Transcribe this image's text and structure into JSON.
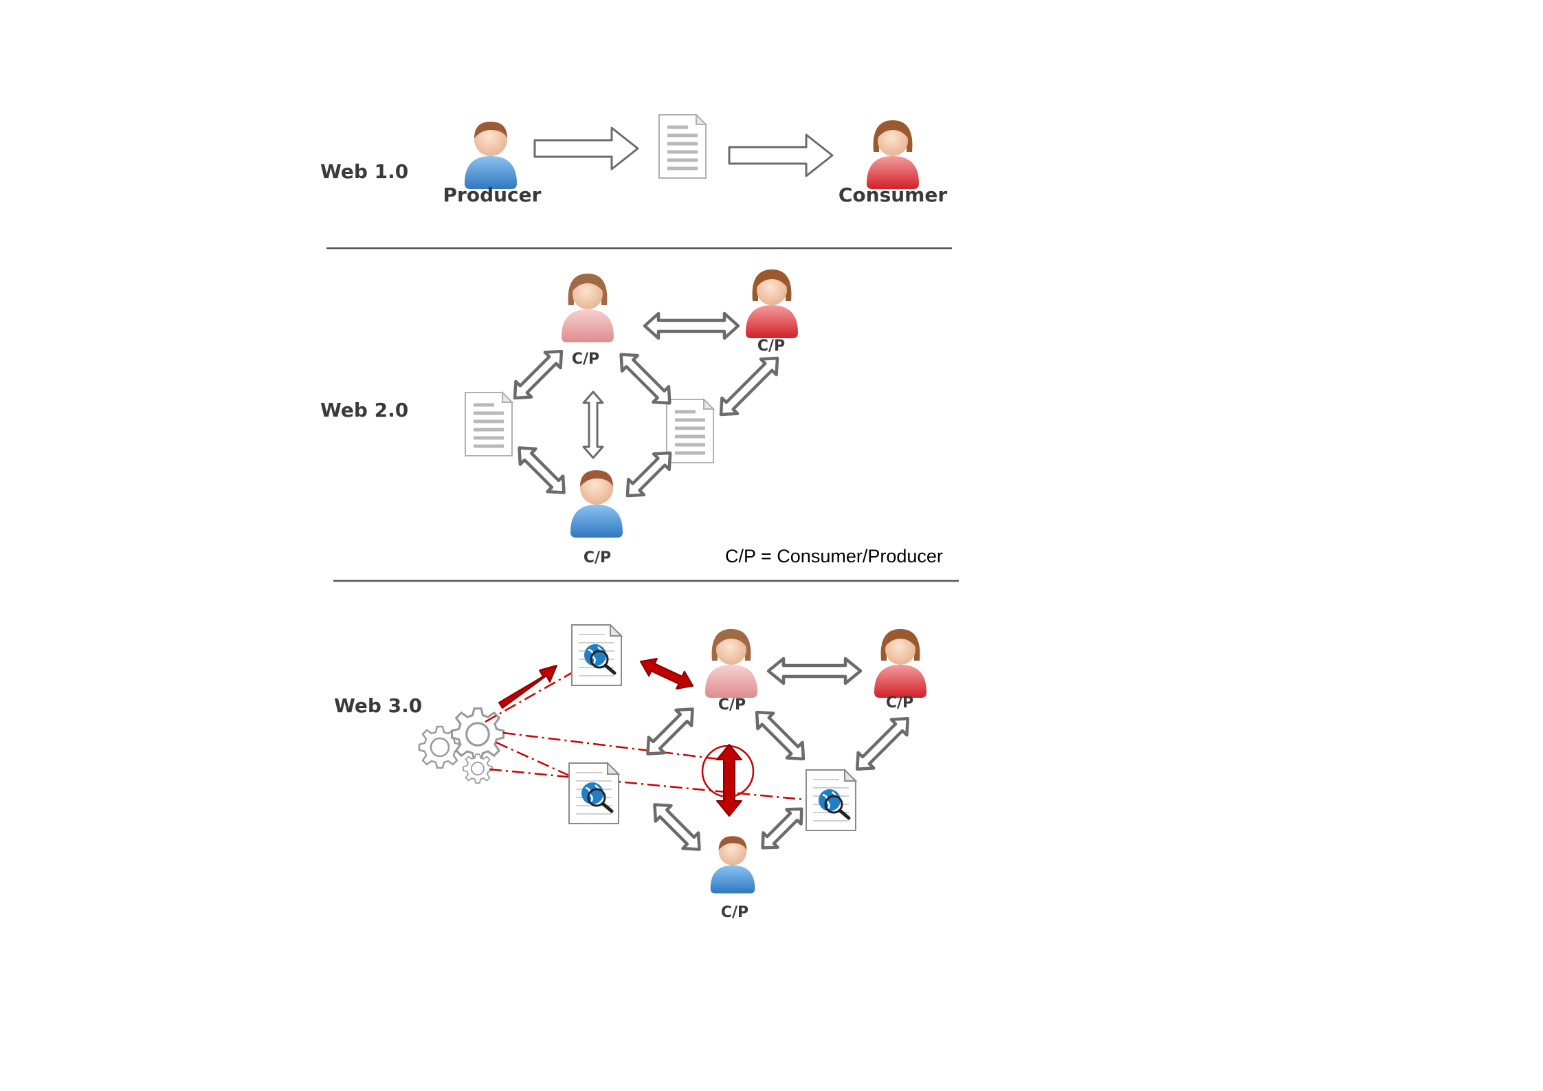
{
  "sections": {
    "web1": "Web 1.0",
    "web2": "Web 2.0",
    "web3": "Web 3.0"
  },
  "web1": {
    "producer": "Producer",
    "consumer": "Consumer"
  },
  "web2": {
    "cp_top_left": "C/P",
    "cp_top_right": "C/P",
    "cp_bottom": "C/P",
    "legend": "C/P = Consumer/Producer"
  },
  "web3": {
    "cp_top_left": "C/P",
    "cp_top_right": "C/P",
    "cp_bottom": "C/P"
  },
  "colors": {
    "male_user": "#4f97d6",
    "female_user": "#e03a3e",
    "female_user_faded": "#e49a9c",
    "semantic_arrow": "#c00000"
  },
  "icons": [
    "male-user-icon",
    "female-user-icon",
    "document-icon",
    "semantic-document-icon",
    "gears-icon",
    "double-arrow-icon",
    "right-arrow-icon"
  ]
}
